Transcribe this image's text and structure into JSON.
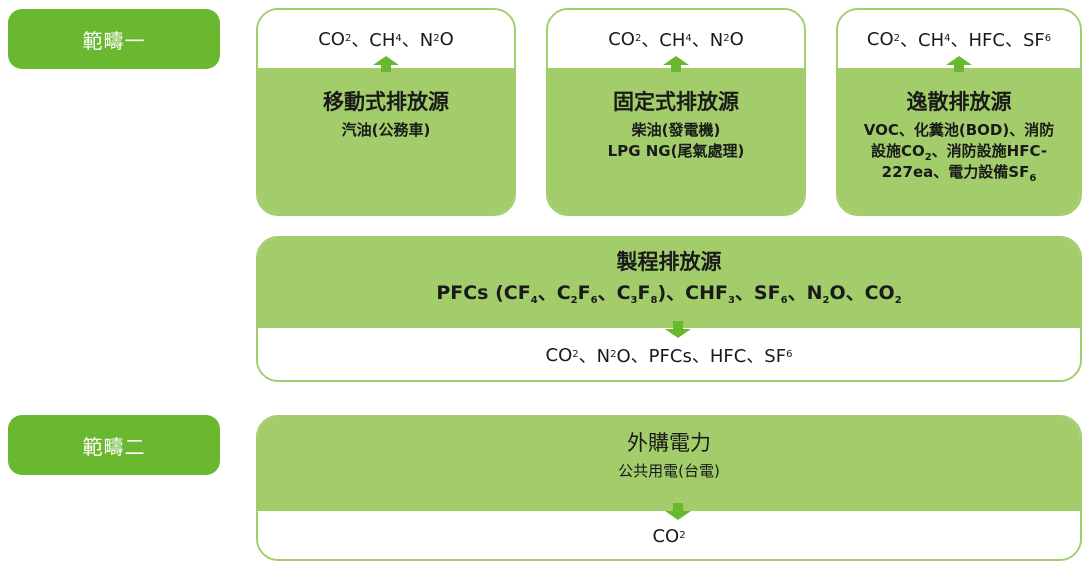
{
  "scopes": {
    "scope1_label": "範疇一",
    "scope2_label": "範疇二"
  },
  "mobile": {
    "gases": [
      "CO",
      "2",
      "、CH",
      "4",
      "、N",
      "2",
      "O"
    ],
    "title": "移動式排放源",
    "sub": "汽油(公務車)"
  },
  "fixed": {
    "gases": [
      "CO",
      "2",
      "、CH",
      "4",
      "、N",
      "2",
      "O"
    ],
    "title": "固定式排放源",
    "sub_line1": "柴油(發電機)",
    "sub_line2": "LPG NG(尾氣處理)"
  },
  "fugitive": {
    "gases": [
      "CO",
      "2",
      "、CH",
      "4",
      "、HFC、SF",
      "6"
    ],
    "title": "逸散排放源",
    "sub_line1": "VOC、化糞池(BOD)、消防",
    "sub_line2a": "設施CO",
    "sub_line2b": "2",
    "sub_line2c": "、消防設施HFC-",
    "sub_line3a": "227ea、電力設備SF",
    "sub_line3b": "6"
  },
  "process": {
    "title": "製程排放源",
    "sources": [
      "PFCs (CF",
      "4",
      "、C",
      "2",
      "F",
      "6",
      "、C",
      "3",
      "F",
      "8",
      ")、CHF",
      "3",
      "、SF",
      "6",
      "、N",
      "2",
      "O、CO",
      "2"
    ],
    "gases": [
      "CO",
      "2",
      "、N",
      "2",
      "O、PFCs、HFC、SF",
      "6"
    ]
  },
  "power": {
    "title": "外購電力",
    "sub": "公共用電(台電)",
    "gases": [
      "CO",
      "2"
    ]
  },
  "colors": {
    "accent": "#6ab82f",
    "box_green": "#a3cd6b",
    "text": "#1a1a1a"
  }
}
